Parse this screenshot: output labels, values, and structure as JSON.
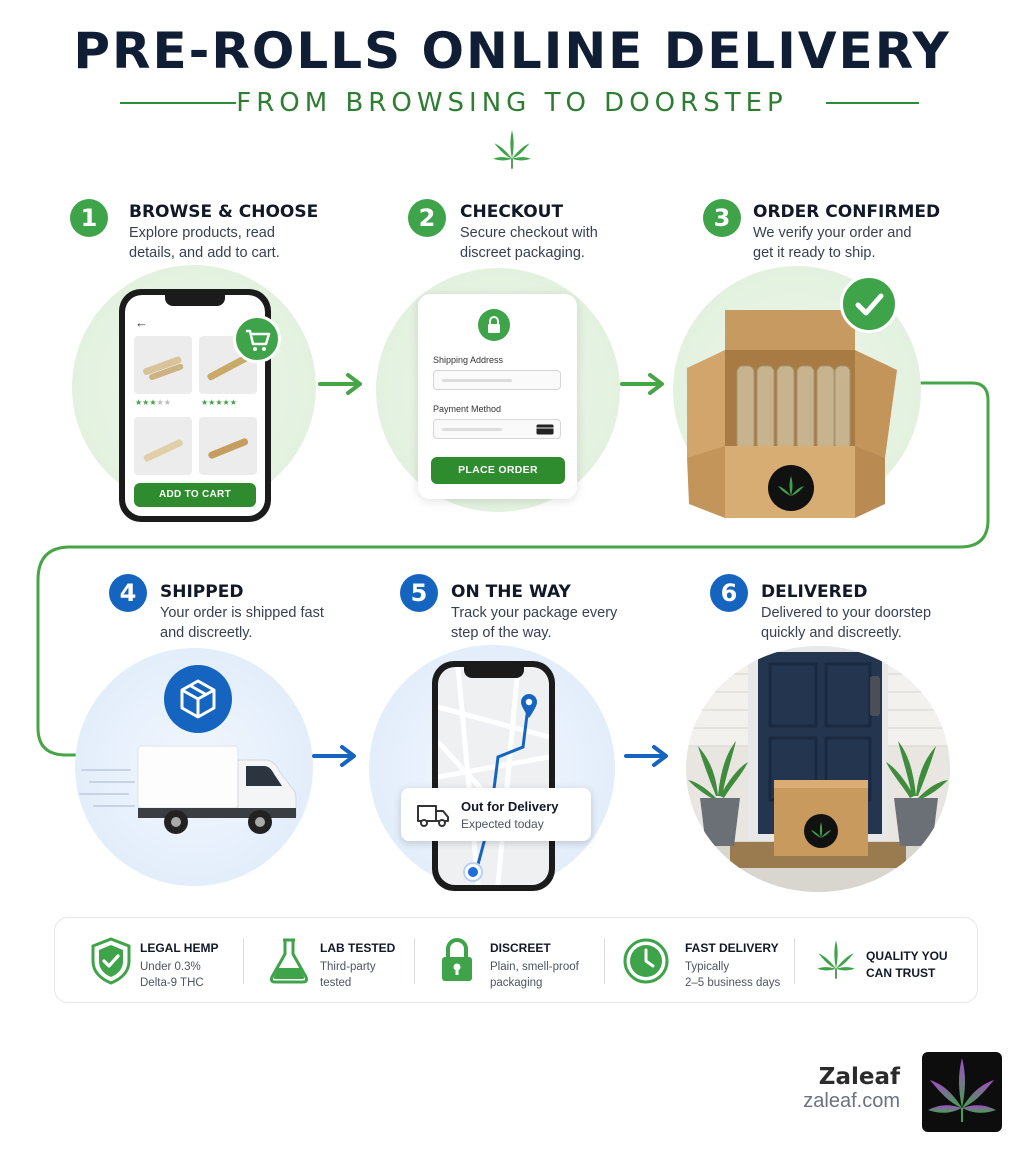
{
  "header": {
    "title": "PRE-ROLLS ONLINE DELIVERY",
    "subtitle": "FROM BROWSING TO DOORSTEP"
  },
  "colors": {
    "green": "#3fa34a",
    "blue": "#1565c0",
    "navy": "#0f1e35"
  },
  "steps": [
    {
      "num": "1",
      "title": "BROWSE & CHOOSE",
      "desc": "Explore products, read details, and add to cart."
    },
    {
      "num": "2",
      "title": "CHECKOUT",
      "desc": "Secure checkout with discreet packaging."
    },
    {
      "num": "3",
      "title": "ORDER CONFIRMED",
      "desc": "We verify your order and get it ready to ship."
    },
    {
      "num": "4",
      "title": "SHIPPED",
      "desc": "Your order is shipped fast and discreetly."
    },
    {
      "num": "5",
      "title": "ON THE WAY",
      "desc": "Track your package every step of the way."
    },
    {
      "num": "6",
      "title": "DELIVERED",
      "desc": "Delivered to your doorstep quickly and discreetly."
    }
  ],
  "phone_shop": {
    "add_to_cart": "ADD TO CART",
    "ratings": [
      3,
      5
    ]
  },
  "checkout_form": {
    "shipping_label": "Shipping Address",
    "payment_label": "Payment Method",
    "place_order": "PLACE ORDER"
  },
  "tracking": {
    "status": "Out for Delivery",
    "eta": "Expected today"
  },
  "features": [
    {
      "title": "LEGAL HEMP",
      "line1": "Under 0.3%",
      "line2": "Delta-9 THC",
      "icon": "shield-check-icon"
    },
    {
      "title": "LAB TESTED",
      "line1": "Third-party",
      "line2": "tested",
      "icon": "flask-icon"
    },
    {
      "title": "DISCREET",
      "line1": "Plain, smell-proof",
      "line2": "packaging",
      "icon": "lock-icon"
    },
    {
      "title": "FAST DELIVERY",
      "line1": "Typically",
      "line2": "2–5 business days",
      "icon": "clock-icon"
    },
    {
      "title": "QUALITY YOU",
      "line1": "CAN TRUST",
      "line2": "",
      "icon": "leaf-icon"
    }
  ],
  "brand": {
    "name": "Zaleaf",
    "url": "zaleaf.com"
  }
}
